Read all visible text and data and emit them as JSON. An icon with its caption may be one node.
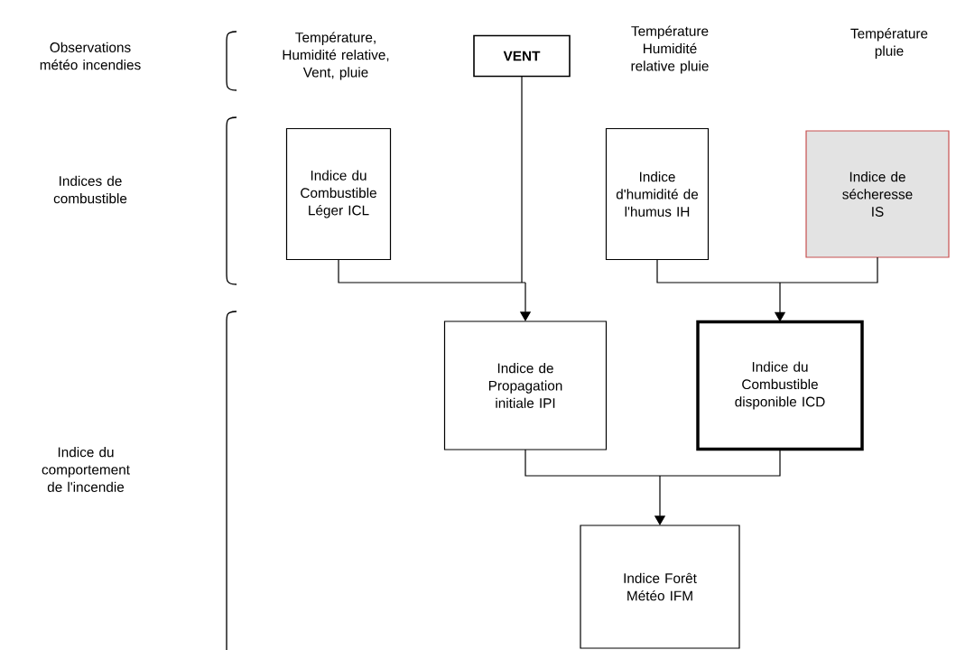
{
  "diagram": {
    "nodes": [
      {
        "text": [
          "VENT"
        ]
      },
      {
        "text": [
          "Indice du Combustible Léger ICL"
        ]
      },
      {
        "text": [
          "Indice d'humidité de l'humus IH"
        ]
      },
      {
        "text": [
          "Indice de sécheresse IS"
        ]
      },
      {
        "text": [
          "Indice de Propagation initiale IPI"
        ]
      },
      {
        "text": [
          "Indice du Combustible disponible ICD"
        ]
      },
      {
        "text": [
          "Indice Forêt Météo IFM"
        ]
      }
    ],
    "edges": [
      {
        "from": 1,
        "to": 4,
        "arrow": "to"
      },
      {
        "from": 0,
        "to": 4,
        "arrow": "to"
      },
      {
        "from": 2,
        "to": 5,
        "arrow": "to"
      },
      {
        "from": 3,
        "to": 5,
        "arrow": "to"
      },
      {
        "from": 4,
        "to": 6,
        "arrow": "to"
      },
      {
        "from": 5,
        "to": 6,
        "arrow": "to"
      }
    ],
    "labels": [
      "Observations météo incendies",
      "Température, Humidité relative, Vent, pluie",
      "Température Humidité relative pluie",
      "Température pluie",
      "Indices de combustible",
      "Indice du comportement de l'incendie"
    ]
  }
}
